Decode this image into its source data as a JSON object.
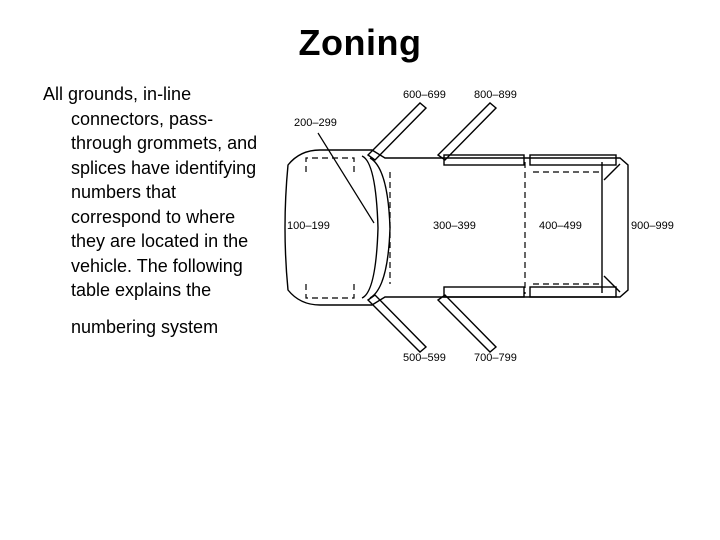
{
  "title": "Zoning",
  "paragraph": {
    "lines": [
      "All grounds, in-line",
      "connectors, pass-",
      "through grommets, and",
      "splices have identifying",
      "numbers that",
      "correspond to where",
      "they are located in the",
      "vehicle. The following",
      "table explains the",
      "numbering system"
    ]
  },
  "diagram": {
    "zones": {
      "z100": "100–199",
      "z200": "200–299",
      "z300": "300–399",
      "z400": "400–499",
      "z500": "500–599",
      "z600": "600–699",
      "z700": "700–799",
      "z800": "800–899",
      "z900": "900–999"
    }
  }
}
